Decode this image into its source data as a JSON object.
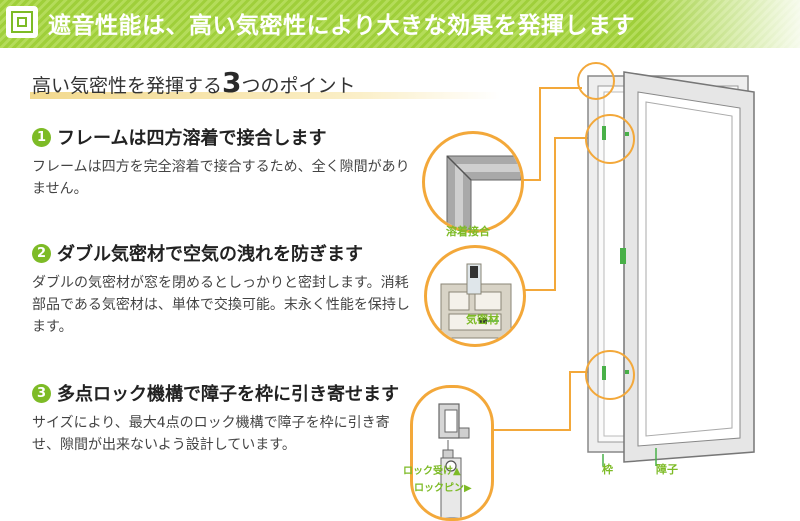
{
  "header": {
    "title": "遮音性能は、高い気密性により大きな効果を発揮します"
  },
  "subtitle": {
    "before": "高い気密性を発揮する",
    "number": "3",
    "after": "つのポイント"
  },
  "points": [
    {
      "num": "1",
      "title": "フレームは四方溶着で接合します",
      "body": "フレームは四方を完全溶着で接合するため、全く隙間がありません。"
    },
    {
      "num": "2",
      "title": "ダブル気密材で空気の洩れを防ぎます",
      "body": "ダブルの気密材が窓を閉めるとしっかりと密封します。消耗部品である気密材は、単体で交換可能。末永く性能を保持します。"
    },
    {
      "num": "3",
      "title": "多点ロック機構で障子を枠に引き寄せます",
      "body": "サイズにより、最大4点のロック機構で障子を枠に引き寄せ、隙間が出来ないよう設計しています。"
    }
  ],
  "labels": {
    "weld": "溶着接合",
    "seal": "気密材",
    "lock_receiver": "ロック受け▲",
    "lock_pin": "ロックピン▶",
    "frame": "枠",
    "sash": "障子"
  },
  "colors": {
    "accent_green": "#7dbb26",
    "callout_orange": "#f3a83a"
  }
}
